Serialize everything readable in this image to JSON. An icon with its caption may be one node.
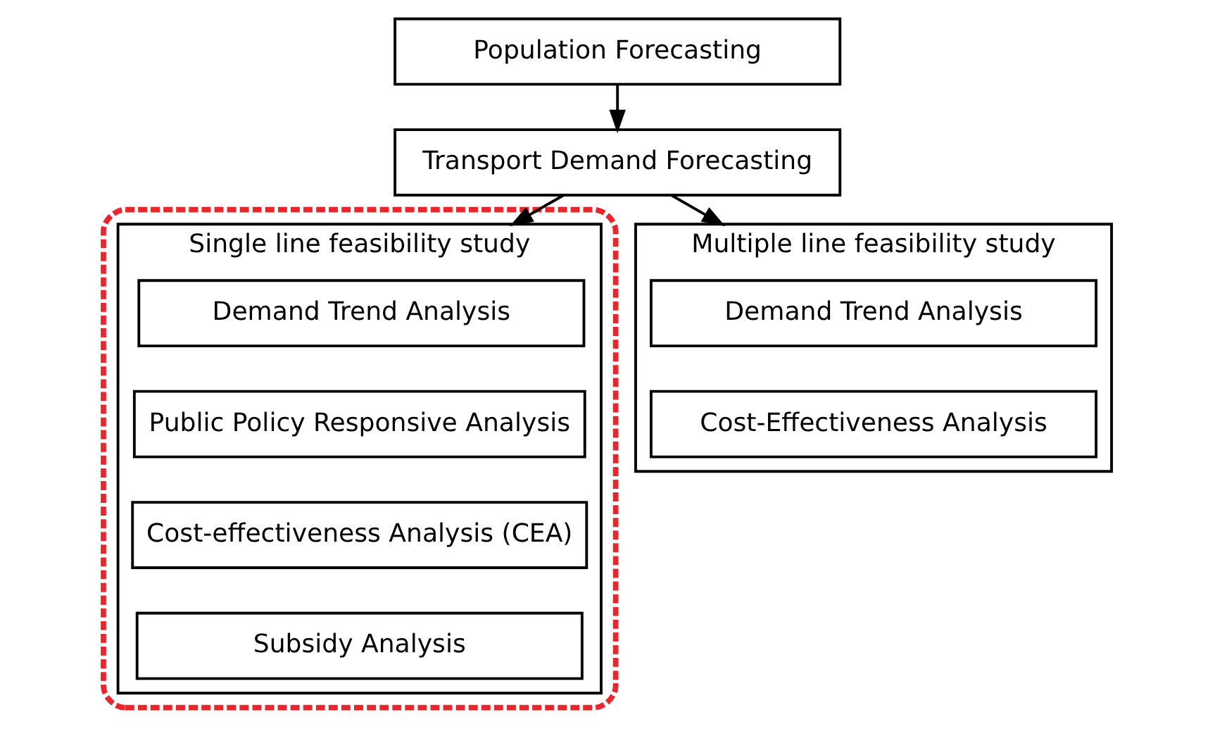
{
  "diagram": {
    "nodes": [
      {
        "text": [
          "Population Forecasting"
        ]
      },
      {
        "text": [
          "Transport Demand Forecasting"
        ]
      },
      {
        "text": [],
        "shape": "box"
      },
      {
        "text": [
          "Single line feasibility study"
        ],
        "in": 2
      },
      {
        "text": [
          "Demand Trend Analysis"
        ],
        "in": 3
      },
      {
        "text": [
          "Public Policy Responsive Analysis"
        ],
        "in": 3
      },
      {
        "text": [
          "Cost-effectiveness Analysis (CEA)"
        ],
        "in": 3
      },
      {
        "text": [
          "Subsidy Analysis"
        ],
        "in": 3
      },
      {
        "text": [
          "Multiple line feasibility study"
        ]
      },
      {
        "text": [
          "Demand Trend Analysis"
        ],
        "in": 8
      },
      {
        "text": [
          "Cost-Effectiveness Analysis"
        ],
        "in": 8
      }
    ],
    "edges": [
      {
        "from": 0,
        "to": 1,
        "arrow": "to"
      },
      {
        "from": 1,
        "to": 3,
        "arrow": "to"
      },
      {
        "from": 1,
        "to": 8,
        "arrow": "to"
      }
    ]
  }
}
